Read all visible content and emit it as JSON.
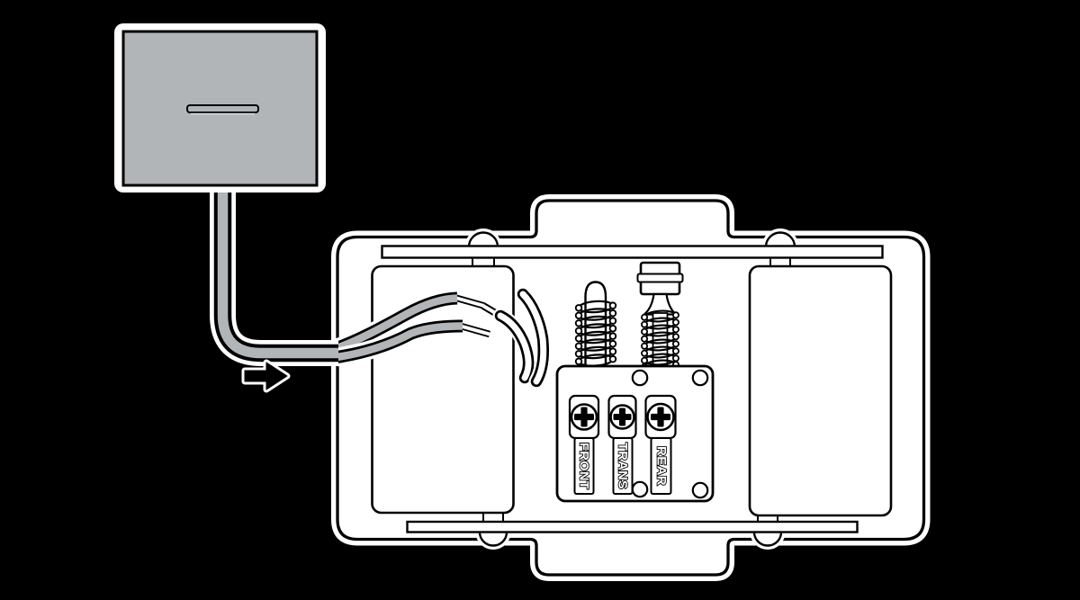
{
  "figure": {
    "background": "#000000",
    "line": "#000000",
    "white": "#ffffff",
    "metal_gray": "#b2b5b7",
    "slot_highlight": "#dcdee0"
  },
  "power_pack": {
    "part": "power-pack",
    "slot": "coin-slot"
  },
  "cable": {
    "part": "power-cable"
  },
  "arrow": {
    "part": "direction-arrow",
    "direction": "right"
  },
  "chassis": {
    "part": "tender-chassis-bottom-view",
    "springs": [
      "pickup-spring-plunger",
      "pickup-spring-plug"
    ],
    "wires": [
      "transformer-wire-upper",
      "transformer-wire-lower",
      "tender-wire-with-sleeve",
      "tender-wire-plain"
    ]
  },
  "terminal_block": {
    "screws": [
      {
        "label": "FRONT"
      },
      {
        "label": "TRANS"
      },
      {
        "label": "REAR"
      }
    ]
  }
}
